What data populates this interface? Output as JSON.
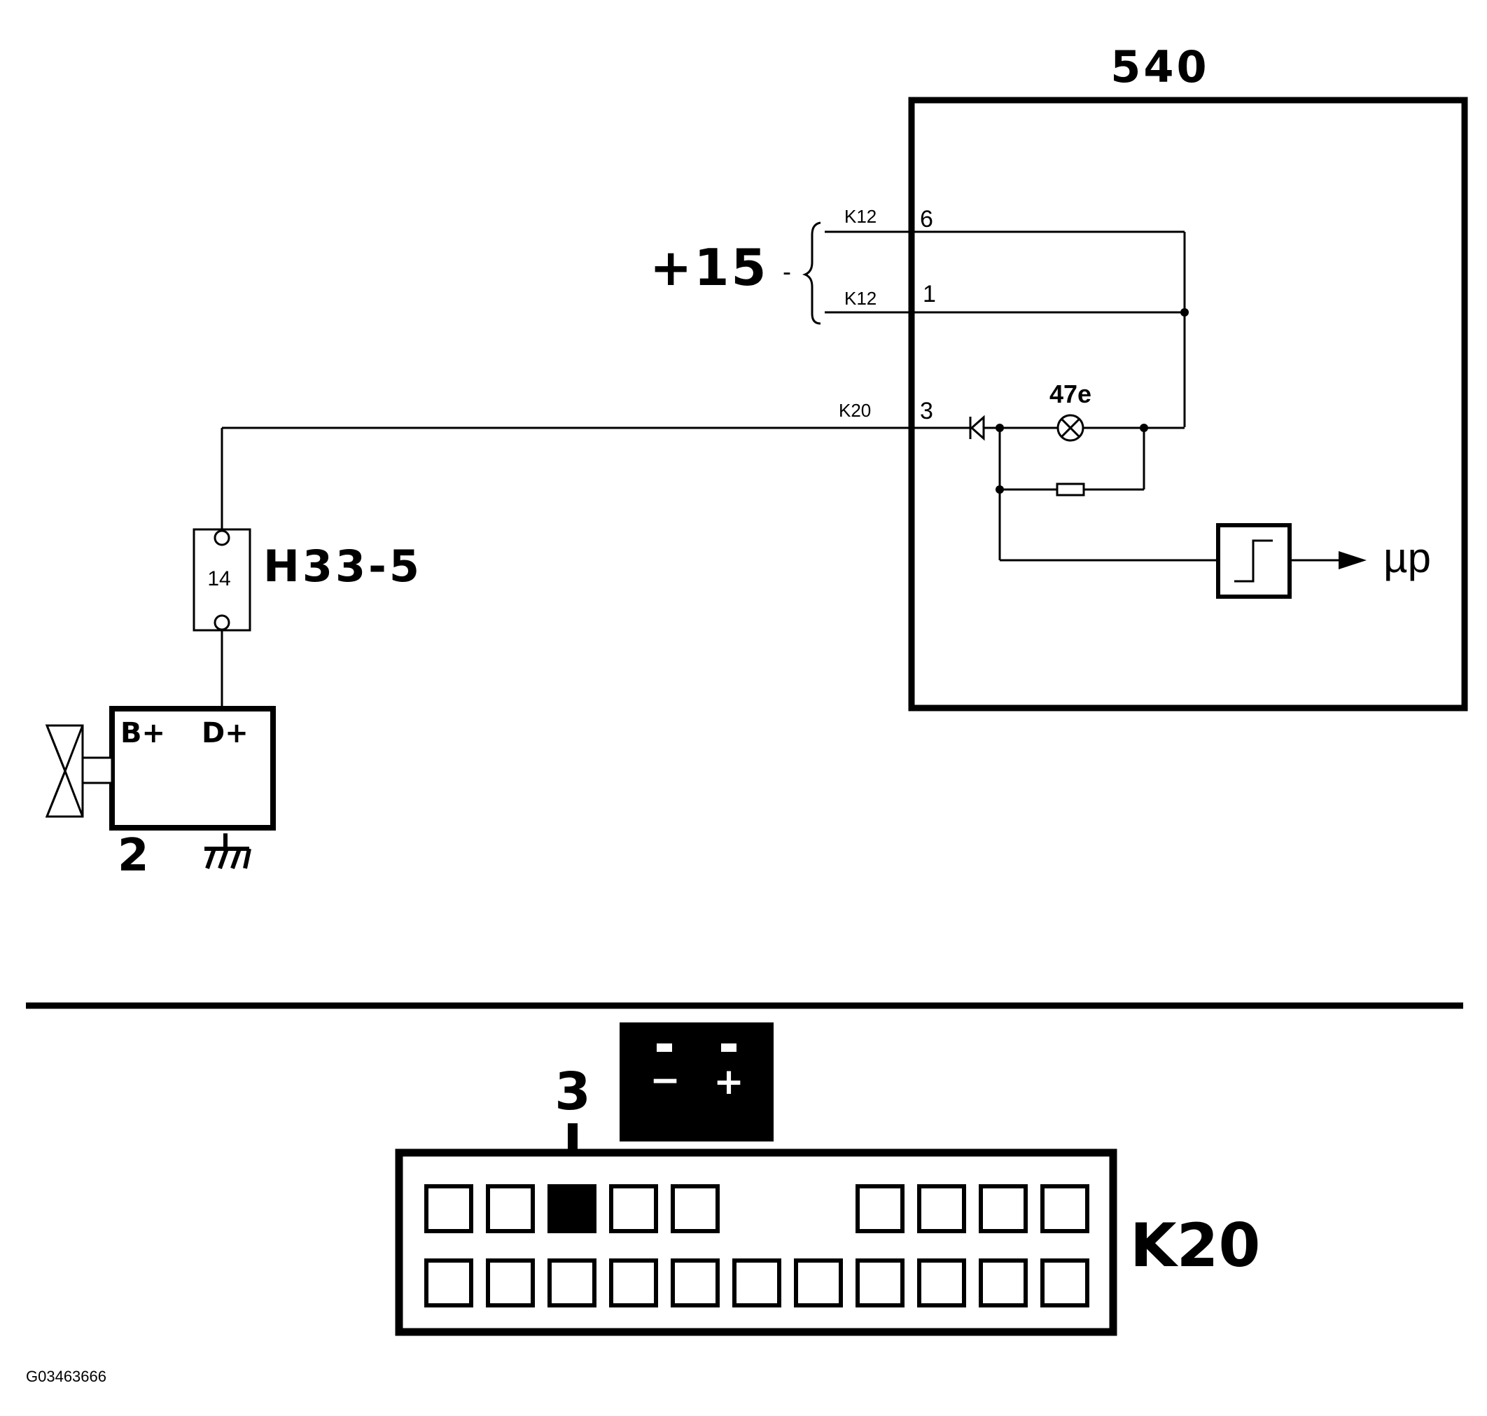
{
  "module": {
    "label": "540"
  },
  "supply": {
    "label": "+15",
    "dash": "-"
  },
  "pins": [
    {
      "connector": "K12",
      "number": "6"
    },
    {
      "connector": "K12",
      "number": "1"
    },
    {
      "connector": "K20",
      "number": "3"
    }
  ],
  "lamp": {
    "label": "47e"
  },
  "microprocessor": {
    "label": "µp"
  },
  "fuse": {
    "label": "H33-5",
    "number": "14"
  },
  "alternator": {
    "terminal_b": "B+",
    "terminal_d": "D+",
    "number": "2"
  },
  "connector_view": {
    "label": "K20",
    "highlighted_pin": "3",
    "battery_minus": "−",
    "battery_plus": "+"
  },
  "figure_id": "G03463666"
}
